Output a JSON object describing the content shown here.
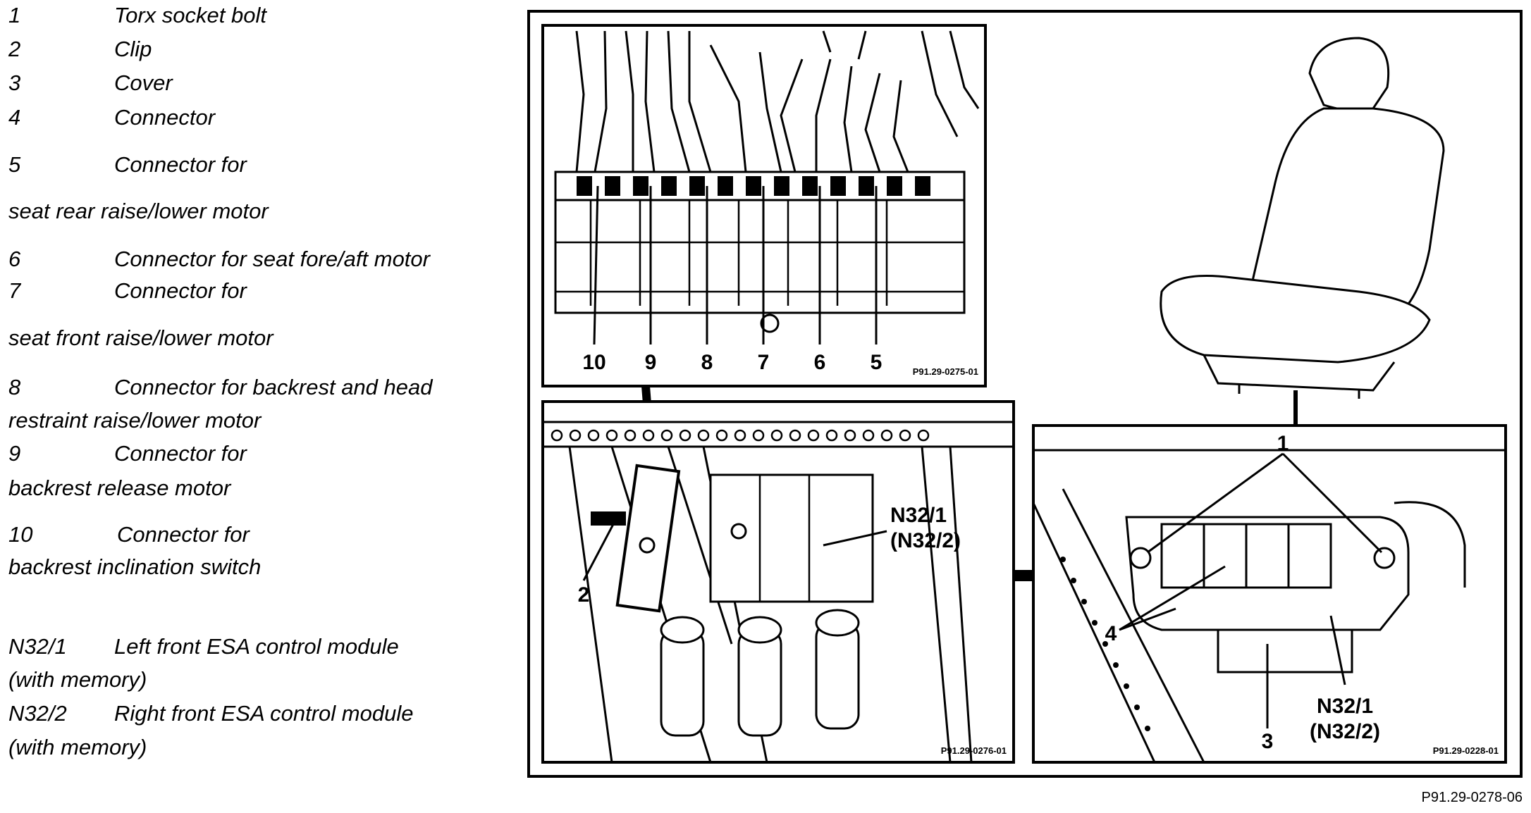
{
  "legend": {
    "items": [
      {
        "num": "1",
        "text": "Torx socket bolt"
      },
      {
        "num": "2",
        "text": "Clip"
      },
      {
        "num": "3",
        "text": "Cover"
      },
      {
        "num": "4",
        "text": "Connector"
      },
      {
        "num": "5",
        "text": "Connector for"
      },
      {
        "num": "",
        "text": "seat rear raise/lower motor"
      },
      {
        "num": "6",
        "text": "Connector for seat fore/aft motor"
      },
      {
        "num": "7",
        "text": "Connector for"
      },
      {
        "num": "",
        "text": "seat front raise/lower motor"
      },
      {
        "num": "8",
        "text": "Connector for backrest and head"
      },
      {
        "num": "",
        "text": "restraint raise/lower motor"
      },
      {
        "num": "9",
        "text": "Connector for"
      },
      {
        "num": "",
        "text": "backrest release motor"
      },
      {
        "num": "10",
        "text": "Connector for"
      },
      {
        "num": "",
        "text": "backrest inclination switch"
      },
      {
        "num": "N32/1",
        "text": "Left front ESA control module"
      },
      {
        "num": "",
        "text": "(with memory)"
      },
      {
        "num": "N32/2",
        "text": "Right front ESA control module"
      },
      {
        "num": "",
        "text": "(with memory)"
      }
    ]
  },
  "figure": {
    "connector_panel": {
      "callouts": [
        "10",
        "9",
        "8",
        "7",
        "6",
        "5"
      ],
      "ref": "P91.29-0275-01"
    },
    "clip_panel": {
      "callout_clip": "2",
      "module_label_1": "N32/1",
      "module_label_2": "(N32/2)",
      "ref": "P91.29-0276-01"
    },
    "module_panel": {
      "callout_bolt": "1",
      "callout_connector": "4",
      "callout_cover": "3",
      "module_label_1": "N32/1",
      "module_label_2": "(N32/2)",
      "ref": "P91.29-0228-01"
    },
    "figure_ref": "P91.29-0278-06"
  }
}
